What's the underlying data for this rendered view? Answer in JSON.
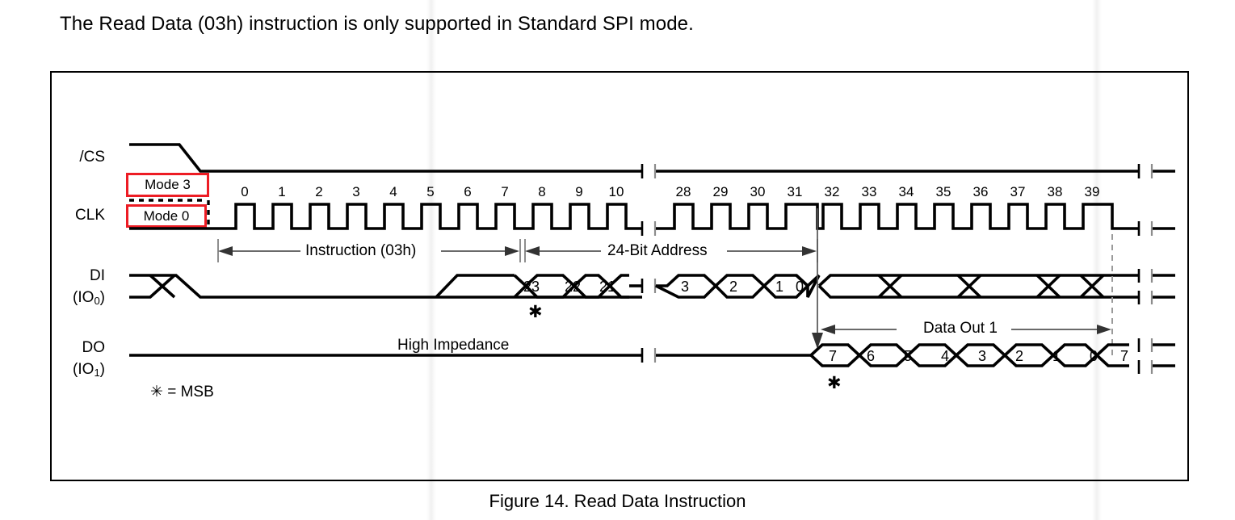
{
  "intro_text": "The Read Data (03h) instruction is only supported in Standard SPI mode.",
  "caption": "Figure 14. Read Data Instruction",
  "signals": {
    "cs": {
      "label": "/CS"
    },
    "clk": {
      "label": "CLK"
    },
    "di": {
      "label": "DI",
      "sublabel": "(IO",
      "subscript": "0",
      "subclose": ")"
    },
    "do": {
      "label": "DO",
      "sublabel": "(IO",
      "subscript": "1",
      "subclose": ")"
    }
  },
  "mode_boxes": {
    "mode3": "Mode 3",
    "mode0": "Mode 0",
    "box_color": "#ed1c24"
  },
  "annotations": {
    "instruction": "Instruction (03h)",
    "address": "24-Bit Address",
    "high_impedance": "High Impedance",
    "data_out": "Data Out 1",
    "msb_legend": "✳ = MSB",
    "msb_star": "✱"
  },
  "chart_data": {
    "type": "timing-diagram",
    "title": "Figure 14. Read Data Instruction",
    "clock_numbers_group1": [
      "0",
      "1",
      "2",
      "3",
      "4",
      "5",
      "6",
      "7",
      "8",
      "9",
      "10"
    ],
    "clock_numbers_group2": [
      "28",
      "29",
      "30",
      "31",
      "32",
      "33",
      "34",
      "35",
      "36",
      "37",
      "38",
      "39"
    ],
    "di_cells_group1": [
      "23",
      "22",
      "21"
    ],
    "di_cells_group2": [
      "3",
      "2",
      "1",
      "0"
    ],
    "do_cells": [
      "7",
      "6",
      "5",
      "4",
      "3",
      "2",
      "1",
      "0",
      "7"
    ],
    "phases": [
      {
        "name": "Instruction (03h)",
        "clocks": "0-7"
      },
      {
        "name": "24-Bit Address",
        "clocks": "8-31"
      },
      {
        "name": "Data Out 1",
        "clocks": "32-39"
      }
    ],
    "msb_markers": [
      "di-bit-23",
      "do-bit-7"
    ],
    "break_marker_count": 2
  }
}
